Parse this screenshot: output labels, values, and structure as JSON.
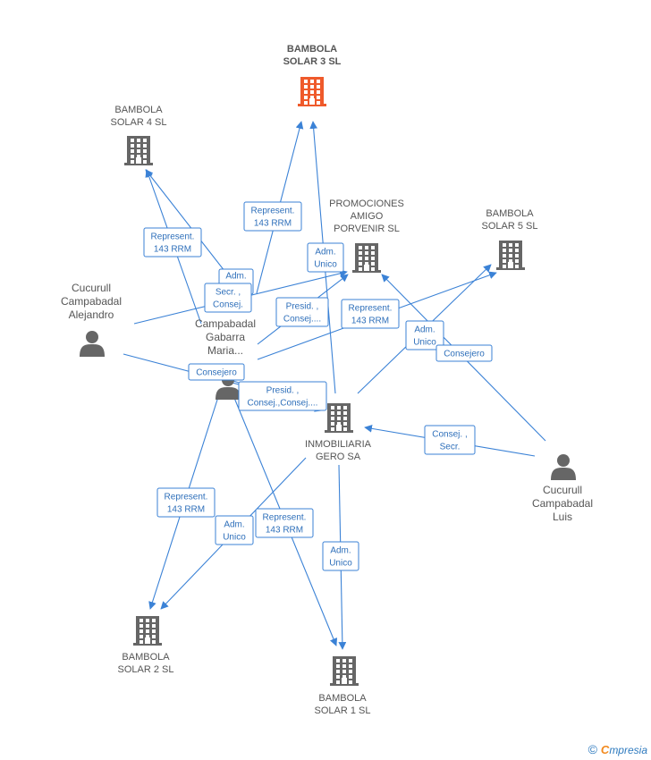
{
  "colors": {
    "edge": "#3b82d6",
    "company": "#666666",
    "highlight": "#ef5a2b",
    "person": "#666666"
  },
  "nodes": [
    {
      "id": "bs3",
      "type": "company",
      "highlight": true,
      "label": [
        "BAMBOLA",
        "SOLAR 3 SL"
      ]
    },
    {
      "id": "bs4",
      "type": "company",
      "label": [
        "BAMBOLA",
        "SOLAR 4 SL"
      ]
    },
    {
      "id": "pap",
      "type": "company",
      "label": [
        "PROMOCIONES",
        "AMIGO",
        "PORVENIR  SL"
      ]
    },
    {
      "id": "bs5",
      "type": "company",
      "label": [
        "BAMBOLA",
        "SOLAR 5 SL"
      ]
    },
    {
      "id": "cca",
      "type": "person",
      "label": [
        "Cucurull",
        "Campabadal",
        "Alejandro"
      ]
    },
    {
      "id": "cgm",
      "type": "person",
      "label": [
        "Campabadal",
        "Gabarra",
        "Maria..."
      ]
    },
    {
      "id": "igs",
      "type": "company",
      "label": [
        "INMOBILIARIA",
        "GERO SA"
      ]
    },
    {
      "id": "ccl",
      "type": "person",
      "label": [
        "Cucurull",
        "Campabadal",
        "Luis"
      ]
    },
    {
      "id": "bs2",
      "type": "company",
      "label": [
        "BAMBOLA",
        "SOLAR 2 SL"
      ]
    },
    {
      "id": "bs1",
      "type": "company",
      "label": [
        "BAMBOLA",
        "SOLAR 1 SL"
      ]
    }
  ],
  "edges": [
    {
      "label": [
        "Represent.",
        "143 RRM"
      ]
    },
    {
      "label": [
        "Represent.",
        "143 RRM"
      ]
    },
    {
      "label": [
        "Adm.",
        "Unico"
      ]
    },
    {
      "label": [
        "Adm.",
        "Unico"
      ]
    },
    {
      "label": [
        "Secr. ,",
        "Consej."
      ]
    },
    {
      "label": [
        "Presid. ,",
        "Consej...."
      ]
    },
    {
      "label": [
        "Represent.",
        "143 RRM"
      ]
    },
    {
      "label": [
        "Adm.",
        "Unico"
      ]
    },
    {
      "label": [
        "Consejero"
      ]
    },
    {
      "label": [
        "Consejero"
      ]
    },
    {
      "label": [
        "Presid. ,",
        "Consej.,Consej...."
      ]
    },
    {
      "label": [
        "Consej. ,",
        "Secr."
      ]
    },
    {
      "label": [
        "Represent.",
        "143 RRM"
      ]
    },
    {
      "label": [
        "Adm.",
        "Unico"
      ]
    },
    {
      "label": [
        "Represent.",
        "143 RRM"
      ]
    },
    {
      "label": [
        "Adm.",
        "Unico"
      ]
    }
  ],
  "footer": {
    "copyright": "©",
    "brand_initial": "C",
    "brand_rest": "mpresia"
  }
}
